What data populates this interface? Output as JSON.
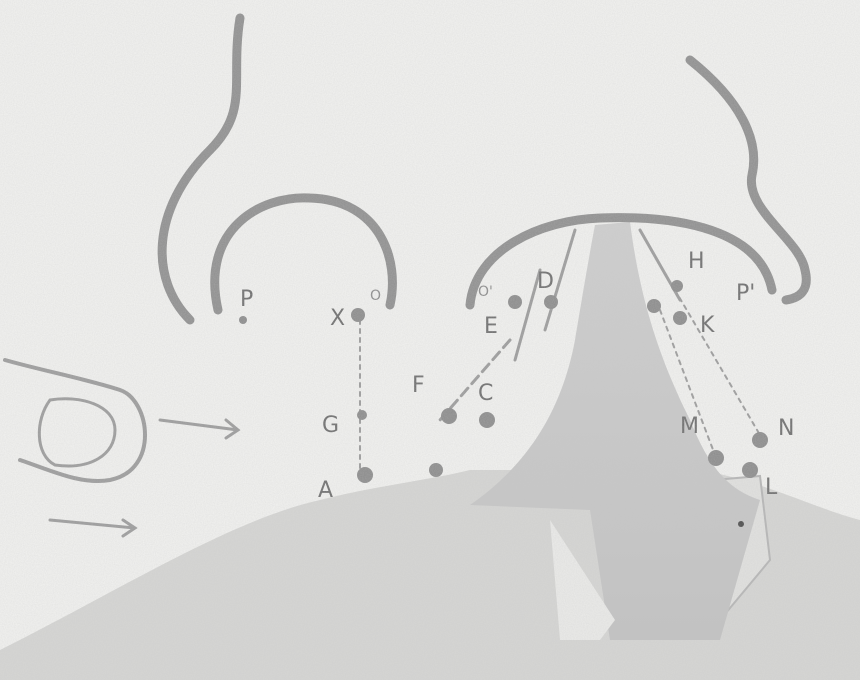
{
  "diagram": {
    "labels": {
      "P": "P",
      "P_prime": "P'",
      "X": "X",
      "G": "G",
      "A": "A",
      "F": "F",
      "C": "C",
      "D": "D",
      "E": "E",
      "H": "H",
      "K": "K",
      "M": "M",
      "N": "N",
      "L": "L"
    },
    "minor_marks": {
      "O": "O",
      "O_prime": "O'"
    }
  }
}
